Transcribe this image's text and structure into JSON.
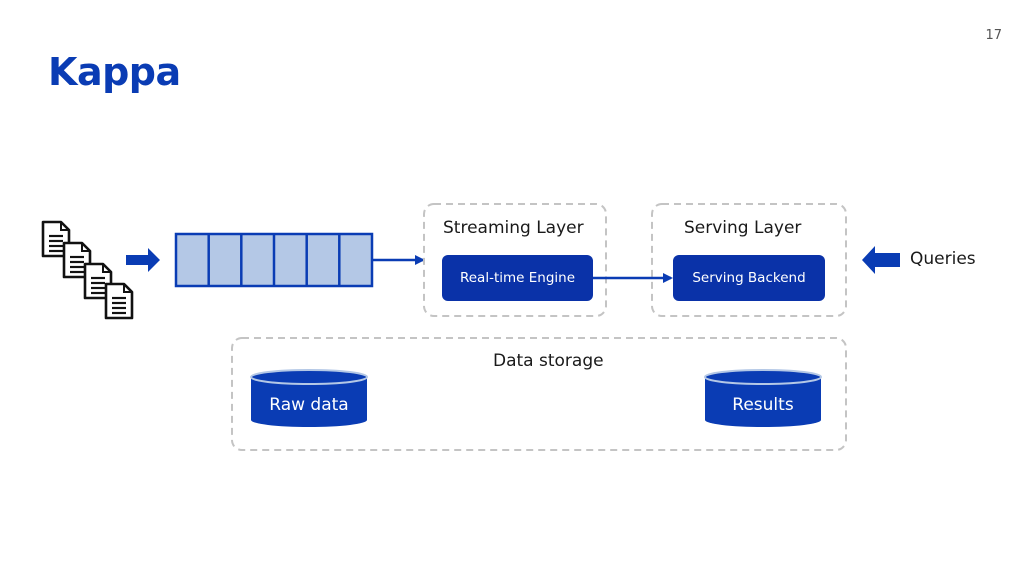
{
  "slide": {
    "title": "Kappa",
    "page_number": "17"
  },
  "streaming_layer": {
    "title": "Streaming Layer",
    "component": "Real-time Engine"
  },
  "serving_layer": {
    "title": "Serving Layer",
    "component": "Serving Backend"
  },
  "queries": {
    "label": "Queries"
  },
  "data_storage": {
    "title": "Data storage",
    "raw_data": "Raw data",
    "results": "Results"
  },
  "colors": {
    "brand_blue": "#0a3cb4",
    "box_blue": "#0a32a8",
    "queue_fill": "#b4c8e6",
    "dashed_border": "#c4c4c4"
  },
  "icons": {
    "data_sources": "document-icon",
    "queue": "message-queue-icon",
    "storage": "database-cylinder-icon"
  }
}
